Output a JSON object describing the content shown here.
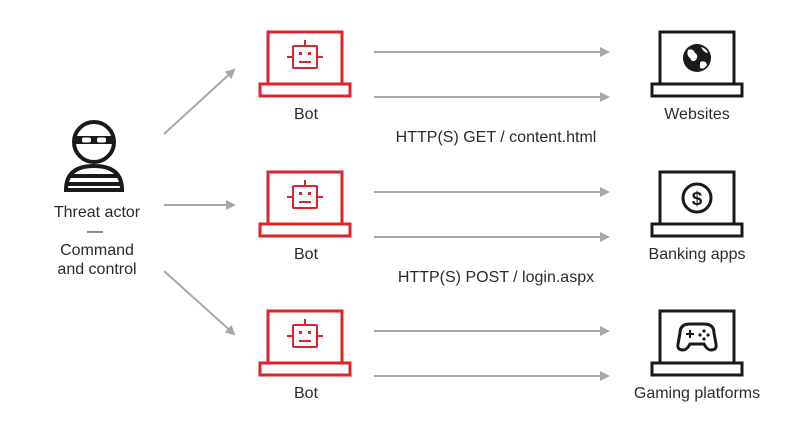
{
  "actor": {
    "line1": "Threat actor",
    "separator": "—",
    "line2": "Command",
    "line3": "and control"
  },
  "bots": [
    {
      "label": "Bot"
    },
    {
      "label": "Bot"
    },
    {
      "label": "Bot"
    }
  ],
  "targets": [
    {
      "label": "Websites",
      "icon": "globe-icon"
    },
    {
      "label": "Banking apps",
      "icon": "dollar-icon"
    },
    {
      "label": "Gaming platforms",
      "icon": "gamepad-icon"
    }
  ],
  "requests": {
    "get": "HTTP(S) GET / content.html",
    "post": "HTTP(S) POST / login.aspx"
  },
  "colors": {
    "bot": "#d7262c",
    "target": "#1a1a1a",
    "arrow": "#a8a8a8",
    "text": "#2b2b2b"
  }
}
